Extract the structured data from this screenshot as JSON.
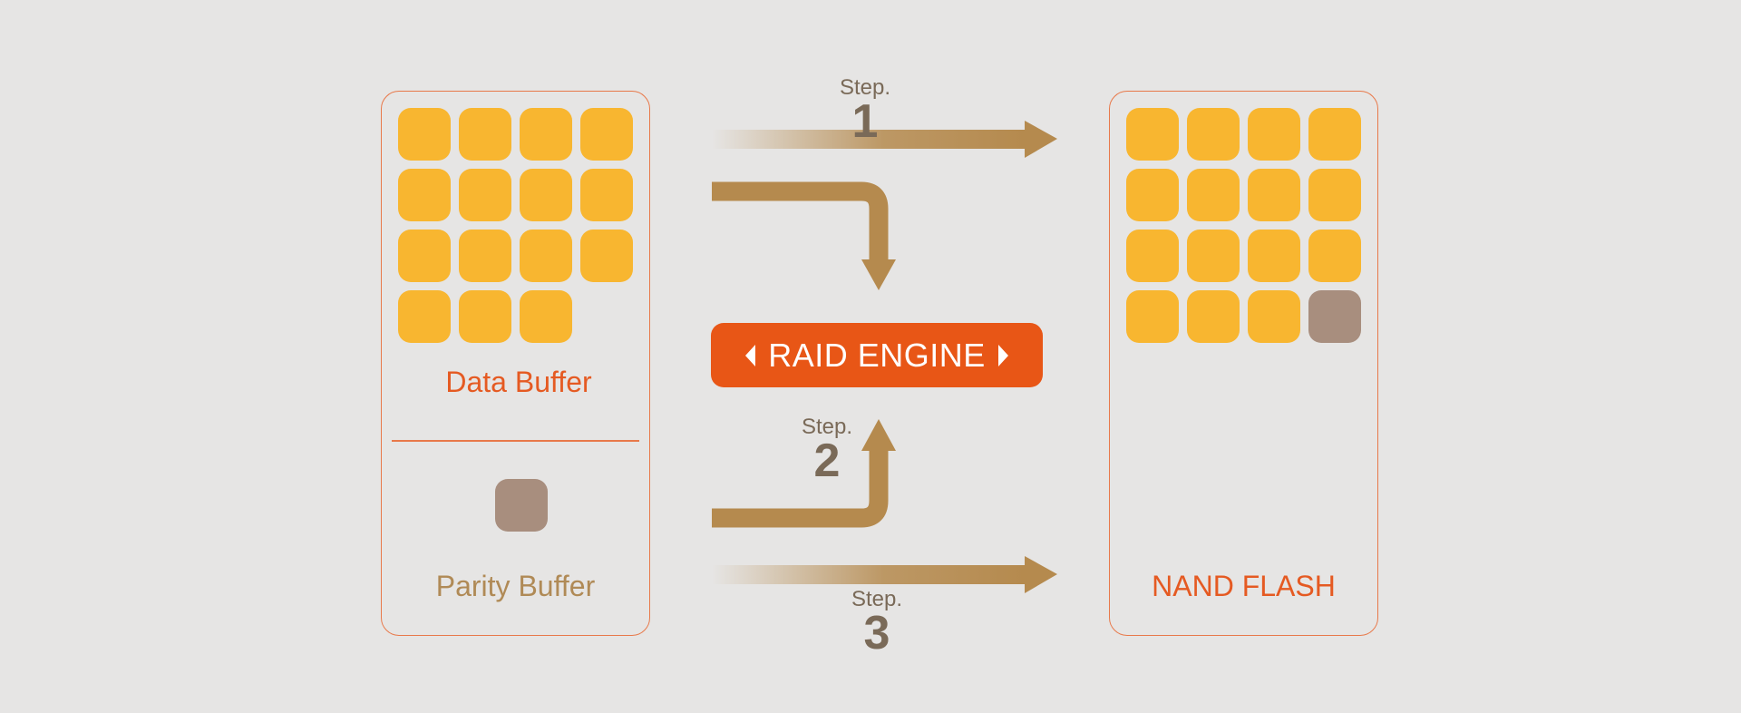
{
  "data_buffer": {
    "label": "Data Buffer",
    "block_count": 15
  },
  "parity_buffer": {
    "label": "Parity Buffer",
    "block_count": 1
  },
  "nand_flash": {
    "label": "NAND FLASH",
    "data_block_count": 15,
    "parity_block_count": 1
  },
  "raid_engine": {
    "label": "RAID ENGINE"
  },
  "steps": [
    {
      "word": "Step.",
      "number": "1"
    },
    {
      "word": "Step.",
      "number": "2"
    },
    {
      "word": "Step.",
      "number": "3"
    }
  ],
  "colors": {
    "data_block": "#f8b630",
    "parity_block": "#a88e7e",
    "accent": "#e85616",
    "arrow": "#b58a4e"
  }
}
